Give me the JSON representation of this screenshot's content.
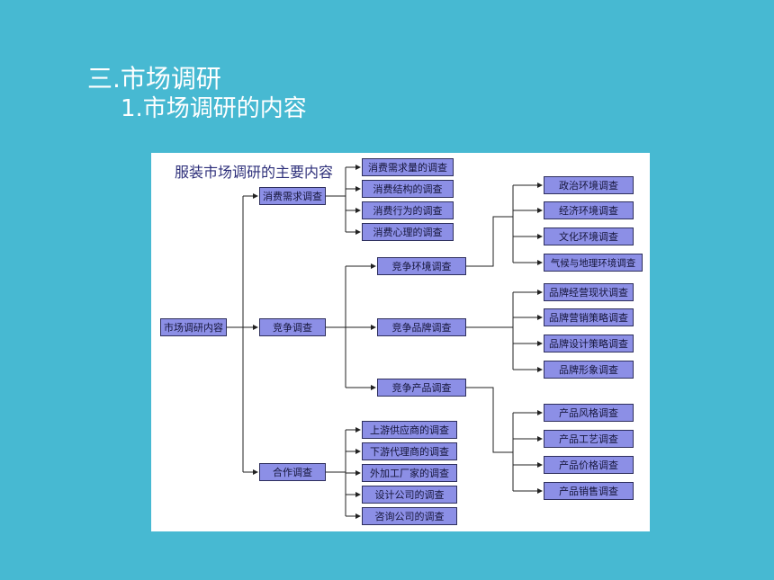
{
  "slide": {
    "title": "三.市场调研",
    "subtitle": "1.市场调研的内容"
  },
  "diagram": {
    "title": "服装市场调研的主要内容",
    "colors": {
      "node_fill": "#8c8fe6",
      "node_border": "#2e2f5d",
      "line": "#222222",
      "background": "#47b9d2"
    },
    "root": "市场调研内容",
    "level1": [
      "消费需求调查",
      "竞争调查",
      "合作调查"
    ],
    "consumer": [
      "消费需求量的调查",
      "消费结构的调查",
      "消费行为的调查",
      "消费心理的调查"
    ],
    "competition": [
      "竞争环境调查",
      "竞争品牌调查",
      "竞争产品调查"
    ],
    "environment": [
      "政治环境调查",
      "经济环境调查",
      "文化环境调查",
      "气候与地理环境调查"
    ],
    "brand": [
      "品牌经营现状调查",
      "品牌营销策略调查",
      "品牌设计策略调查",
      "品牌形象调查"
    ],
    "product": [
      "产品风格调查",
      "产品工艺调查",
      "产品价格调查",
      "产品销售调查"
    ],
    "cooperation": [
      "上游供应商的调查",
      "下游代理商的调查",
      "外加工厂家的调查",
      "设计公司的调查",
      "咨询公司的调查"
    ]
  }
}
